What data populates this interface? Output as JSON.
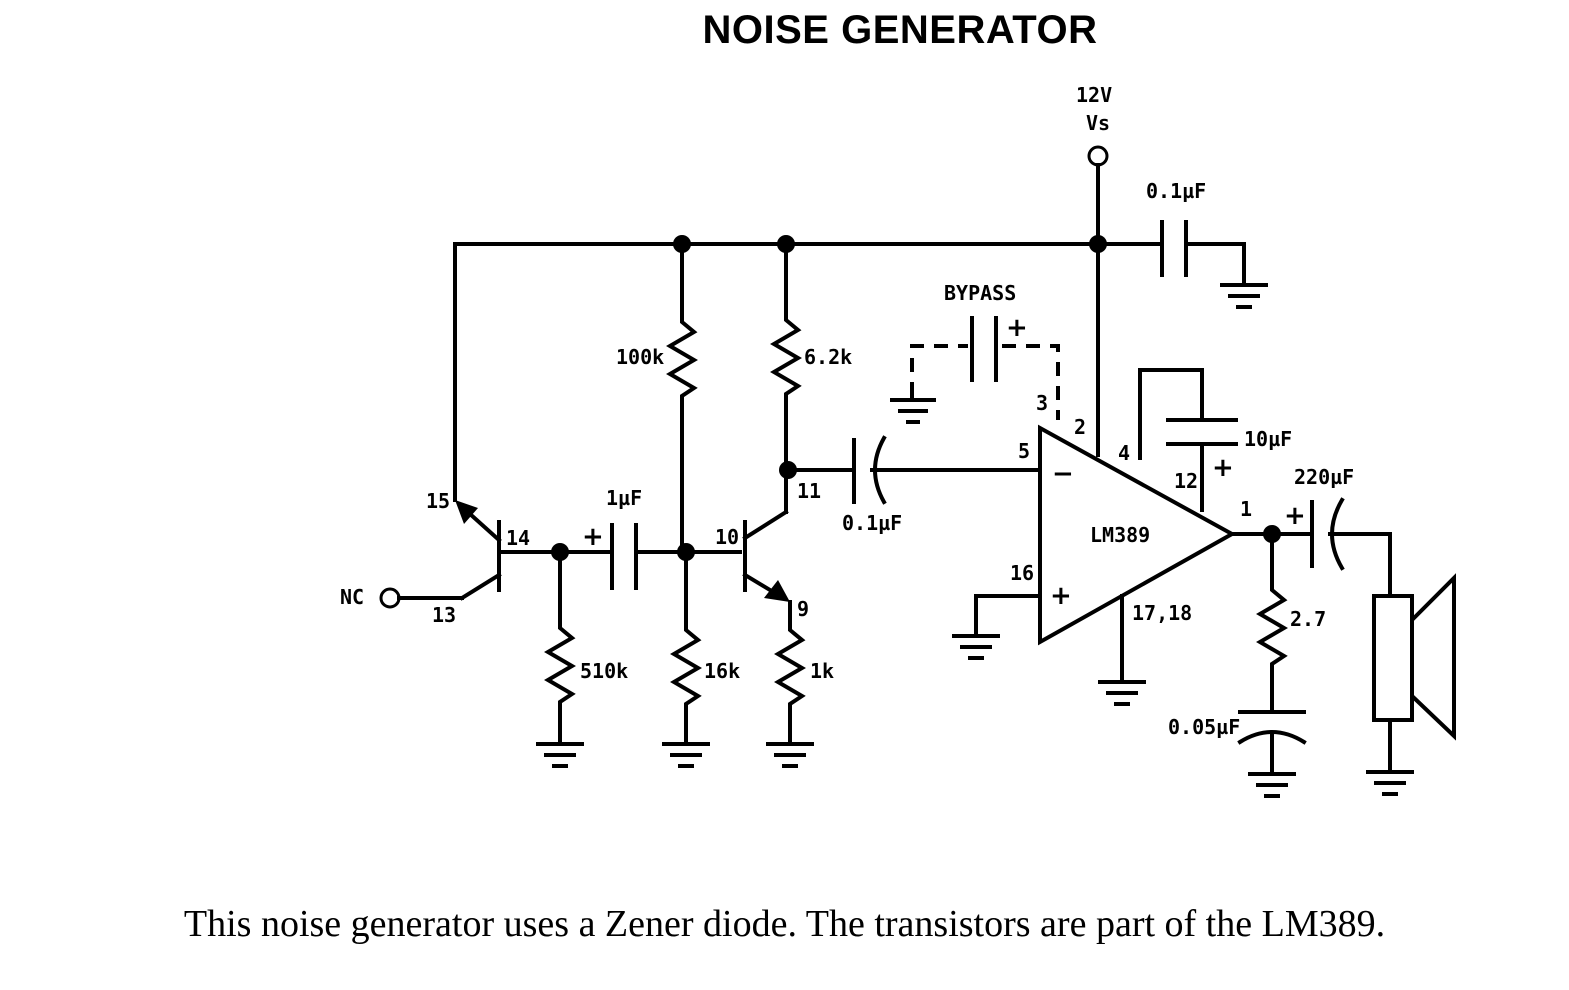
{
  "title": "NOISE GENERATOR",
  "caption": "This noise generator uses a Zener diode. The transistors are part of the LM389.",
  "supply": {
    "voltage": "12V",
    "name": "Vs"
  },
  "ic": {
    "name": "LM389",
    "minus_sign": "−",
    "plus_sign": "+"
  },
  "bypass_label": "BYPASS",
  "nc_label": "NC",
  "pins": {
    "p1": "1",
    "p2": "2",
    "p3": "3",
    "p4": "4",
    "p5": "5",
    "p9": "9",
    "p10": "10",
    "p11": "11",
    "p12": "12",
    "p13": "13",
    "p14": "14",
    "p15": "15",
    "p16": "16",
    "p1718": "17,18"
  },
  "components": {
    "r_100k": "100k",
    "r_6_2k": "6.2k",
    "r_510k": "510k",
    "r_16k": "16k",
    "r_1k": "1k",
    "r_2_7": "2.7",
    "c_1uf": "1µF",
    "c_0_1uf_coupling": "0.1µF",
    "c_0_1uf_supply": "0.1µF",
    "c_10uf": "10µF",
    "c_220uf": "220µF",
    "c_0_05uf": "0.05µF"
  },
  "polarity_mark": "+"
}
